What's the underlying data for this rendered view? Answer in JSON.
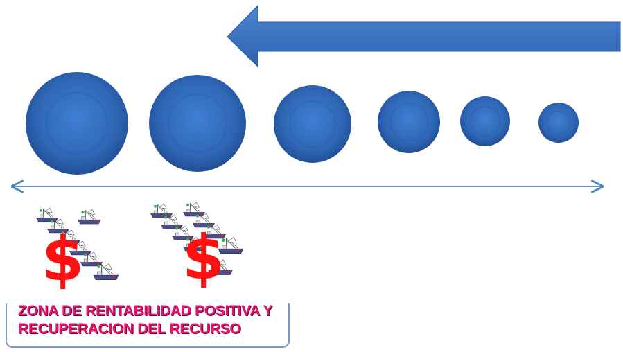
{
  "colors": {
    "accent": "#3a74c4",
    "money": "#ff1010",
    "zone_text": "#e8126a"
  },
  "scene": {
    "direction_arrow_icon": "left-arrow",
    "axis_icon": "double-headed-arrow",
    "fish_stock_circles": 6
  },
  "money_markers": [
    {
      "symbol": "$"
    },
    {
      "symbol": "$"
    }
  ],
  "fleet_icon": "fishing-boat-icon",
  "zone": {
    "line1": "ZONA DE RENTABILIDAD POSITIVA Y",
    "line2": "RECUPERACION DEL RECURSO"
  }
}
